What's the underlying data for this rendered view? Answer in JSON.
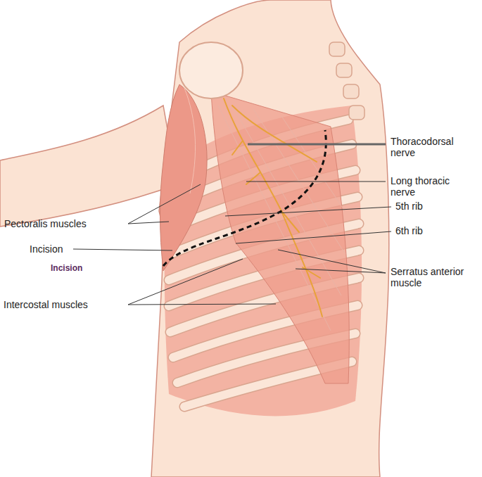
{
  "diagram": {
    "labels": [
      "Thoracodorsal nerve",
      "Long thoracic nerve",
      "5th rib",
      "Pectoralis muscles",
      "6th rib",
      "Incision",
      "Serratus anterior muscle",
      "Incision",
      "Intercostal muscles"
    ]
  }
}
